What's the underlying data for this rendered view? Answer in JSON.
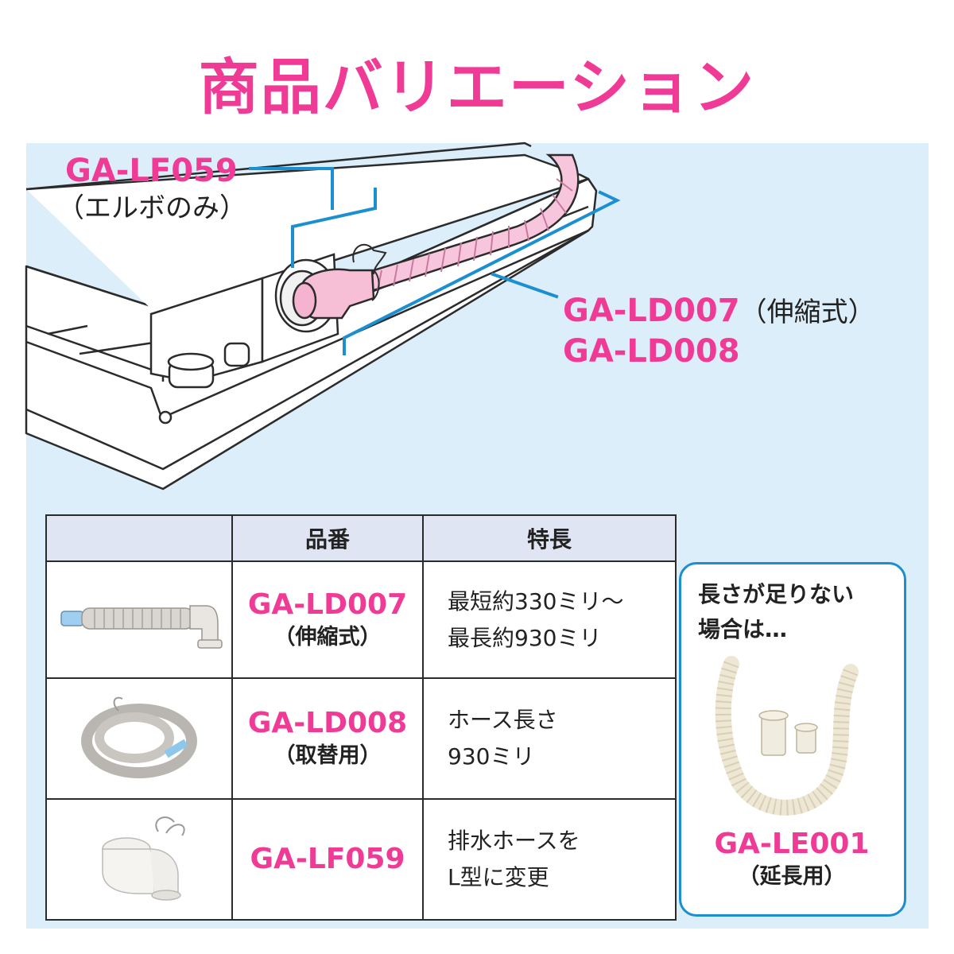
{
  "title": "商品バリエーション",
  "callouts": {
    "elbow_code": "GA-LF059",
    "elbow_note": "（エルボのみ）",
    "hose_code_1": "GA-LD007",
    "hose_code_1_note": "（伸縮式）",
    "hose_code_2": "GA-LD008"
  },
  "table": {
    "headers": [
      "",
      "品番",
      "特長"
    ],
    "rows": [
      {
        "code": "GA-LD007",
        "code_note": "（伸縮式）",
        "features": [
          "最短約330ミリ～",
          "最長約930ミリ"
        ]
      },
      {
        "code": "GA-LD008",
        "code_note": "（取替用）",
        "features": [
          "ホース長さ",
          "930ミリ"
        ]
      },
      {
        "code": "GA-LF059",
        "code_note": "",
        "features": [
          "排水ホースを",
          "L型に変更"
        ]
      }
    ]
  },
  "side": {
    "lines": [
      "長さが足りない",
      "場合は…"
    ],
    "code": "GA-LE001",
    "code_note": "（延長用）"
  },
  "colors": {
    "accent_pink": "#ef3b95",
    "accent_blue": "#1c8fd1",
    "background_blue": "#dceef9",
    "header_fill": "#dfe5f3"
  }
}
